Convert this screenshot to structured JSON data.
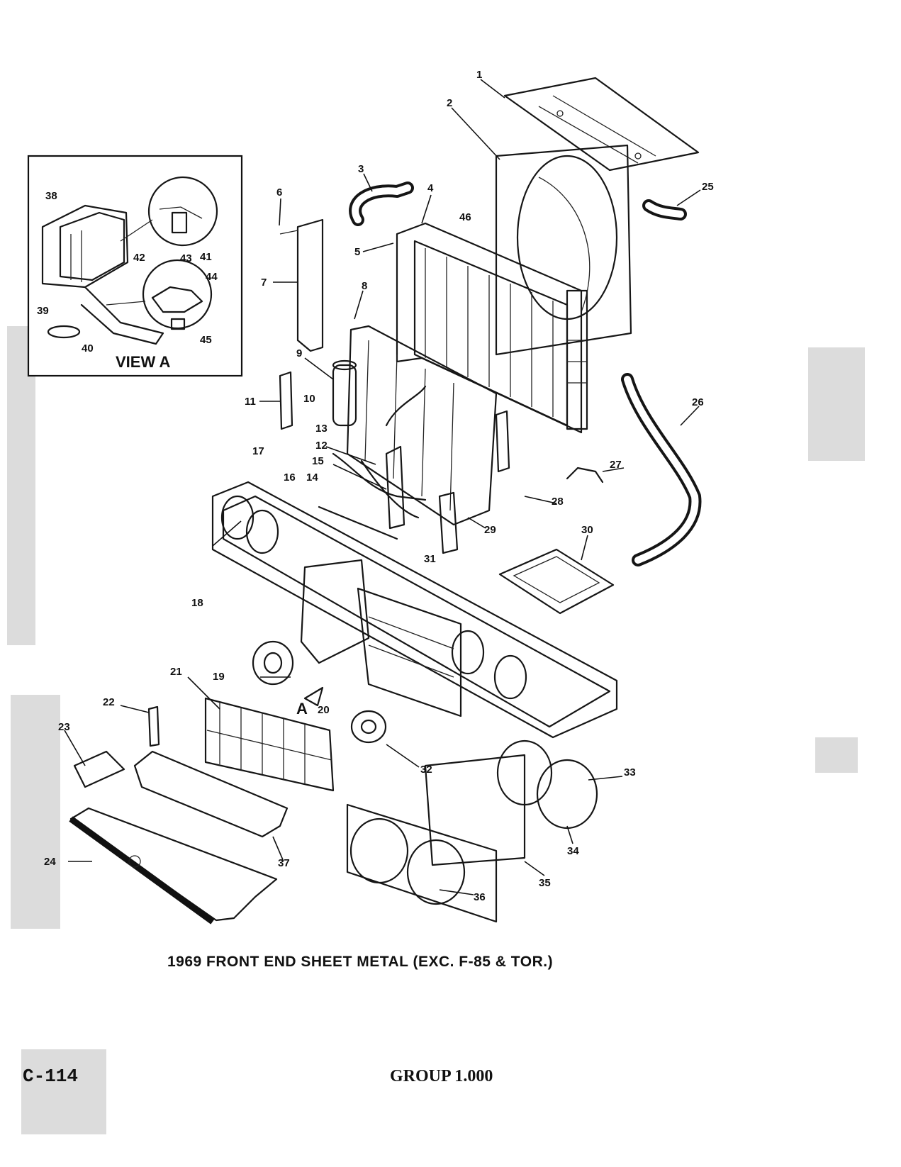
{
  "diagram": {
    "caption": "1969 FRONT END SHEET METAL (EXC. F-85 & TOR.)",
    "inset_title": "VIEW A",
    "arrow_label": "A",
    "callouts": [
      "1",
      "2",
      "3",
      "4",
      "5",
      "6",
      "7",
      "8",
      "9",
      "10",
      "11",
      "12",
      "13",
      "14",
      "15",
      "16",
      "17",
      "18",
      "19",
      "20",
      "21",
      "22",
      "23",
      "24",
      "25",
      "26",
      "27",
      "28",
      "29",
      "30",
      "31",
      "32",
      "33",
      "34",
      "35",
      "36",
      "37",
      "38",
      "39",
      "40",
      "41",
      "42",
      "43",
      "44",
      "45",
      "46"
    ]
  },
  "footer": {
    "page_number": "C-114",
    "group": "GROUP 1.000"
  }
}
